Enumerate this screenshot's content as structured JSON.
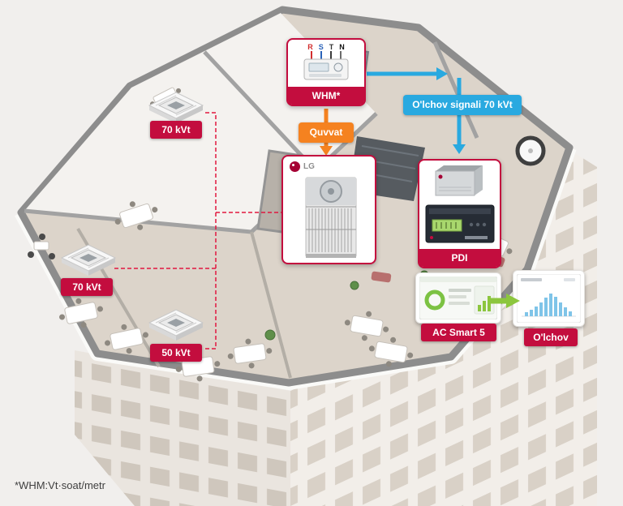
{
  "colors": {
    "accent_red": "#c30d3e",
    "orange": "#f58220",
    "blue": "#29a9e0",
    "green": "#8cc63e",
    "lg_red": "#a50034"
  },
  "indoor_units": {
    "top": {
      "label": "70 kVt"
    },
    "left": {
      "label": "70 kVt"
    },
    "bottom": {
      "label": "50 kVt"
    }
  },
  "whm": {
    "label": "WHM*",
    "terminals": [
      "R",
      "S",
      "T",
      "N"
    ],
    "terminal_colors": [
      "#d22d2d",
      "#2a62b8",
      "#333333",
      "#111111"
    ]
  },
  "flow": {
    "power_label": "Quvvat",
    "signal_label": "O'lchov signali 70 kVt"
  },
  "outdoor_unit": {
    "brand": "LG"
  },
  "pdi": {
    "label": "PDI"
  },
  "ac_smart": {
    "label": "AC Smart 5"
  },
  "measure": {
    "label": "O'lchov"
  },
  "footnote": "*WHM:Vt·soat/metr"
}
